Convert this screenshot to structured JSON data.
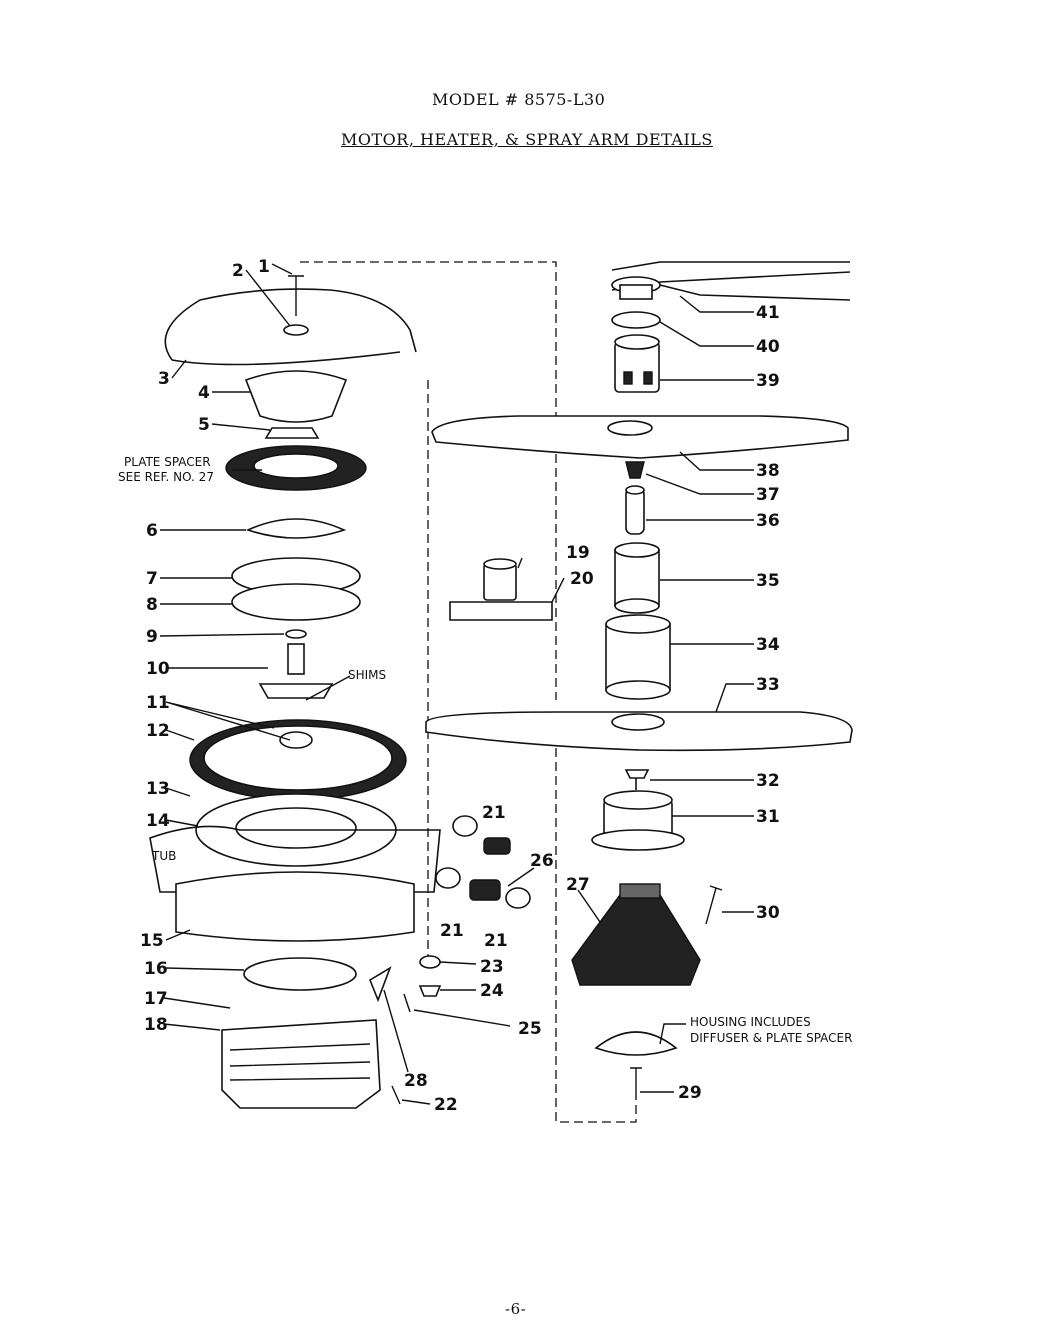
{
  "header": {
    "model": "MODEL # 8575-L30",
    "subtitle": "MOTOR, HEATER, & SPRAY ARM DETAILS"
  },
  "notes": {
    "plate_spacer_1": "PLATE SPACER",
    "plate_spacer_2": "SEE REF. NO. 27",
    "shims": "SHIMS",
    "tub": "TUB",
    "housing_1": "HOUSING INCLUDES",
    "housing_2": "DIFFUSER & PLATE SPACER"
  },
  "callouts": [
    "1",
    "2",
    "3",
    "4",
    "5",
    "6",
    "7",
    "8",
    "9",
    "10",
    "11",
    "12",
    "13",
    "14",
    "15",
    "16",
    "17",
    "18",
    "19",
    "20",
    "21",
    "21",
    "21",
    "22",
    "23",
    "24",
    "25",
    "26",
    "27",
    "28",
    "29",
    "30",
    "31",
    "32",
    "33",
    "34",
    "35",
    "36",
    "37",
    "38",
    "39",
    "40",
    "41"
  ],
  "footer": {
    "page": "-6-"
  }
}
